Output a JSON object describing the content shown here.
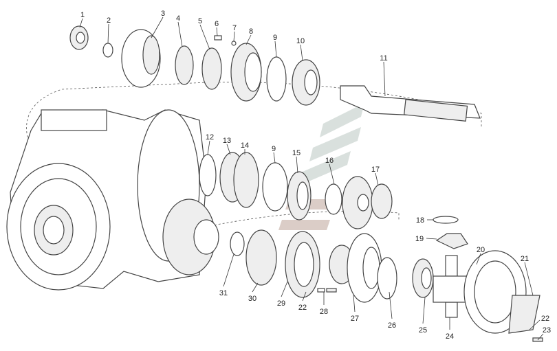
{
  "diagram": {
    "type": "exploded-parts-view",
    "callouts": [
      "1",
      "2",
      "3",
      "4",
      "5",
      "6",
      "7",
      "8",
      "9",
      "10",
      "11",
      "12",
      "13",
      "14",
      "9",
      "15",
      "16",
      "17",
      "18",
      "19",
      "20",
      "21",
      "22",
      "23",
      "24",
      "25",
      "26",
      "27",
      "28",
      "22",
      "29",
      "30",
      "31"
    ],
    "watermark_colors": [
      "#c9d3cf",
      "#cdb8b0"
    ]
  }
}
